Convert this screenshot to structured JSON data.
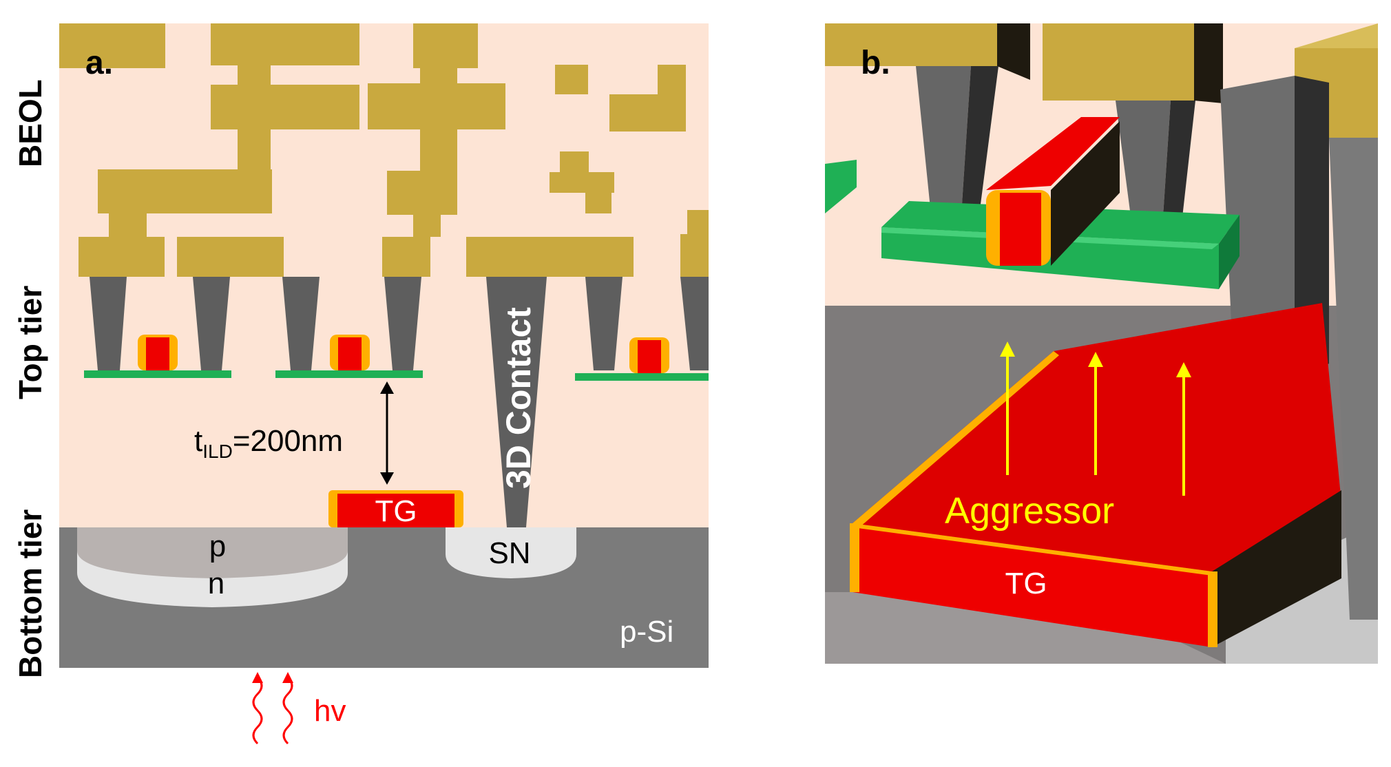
{
  "panel_a": {
    "label": "a.",
    "tiers": [
      "BEOL",
      "Top tier",
      "Bottom tier"
    ],
    "tild_main": "t",
    "tild_sub": "ILD",
    "tild_value": "=200nm",
    "tg": "TG",
    "contact": "3D Contact",
    "sn": "SN",
    "p": "p",
    "n": "n",
    "substrate": "p-Si",
    "light": "hv"
  },
  "panel_b": {
    "label": "b.",
    "aggressor": "Aggressor",
    "tg": "TG"
  },
  "colors": {
    "gold": "#c9a93f",
    "red": "#ee0000",
    "orange": "#ffb000",
    "green": "#1fb055",
    "ild": "#fde5d6",
    "silicon": "#7a7a7a",
    "via": "#5e5e5e",
    "arrow_yellow": "#ffff00",
    "hv_red": "#ff0000"
  }
}
